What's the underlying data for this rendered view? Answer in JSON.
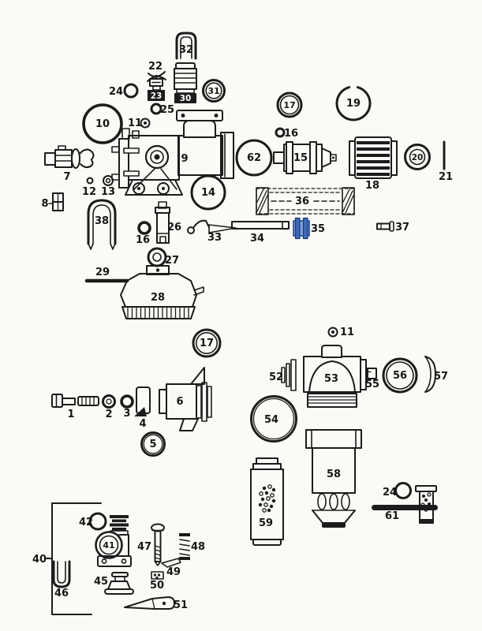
{
  "figure": {
    "type": "exploded-parts-diagram",
    "subject": "Carburetor and fuel system exploded parts diagram",
    "background_color": "#fbfaf6",
    "line_color": "#1c1c1c",
    "selected_part": {
      "number": "35",
      "highlight_color": "#4a72bc"
    }
  },
  "labels": {
    "p1": "1",
    "p2": "2",
    "p3": "3",
    "p4": "4",
    "p5": "5",
    "p6": "6",
    "p7": "7",
    "p8": "8",
    "p9": "9",
    "p10": "10",
    "p11": "11",
    "p12": "12",
    "p13": "13",
    "p14": "14",
    "p15": "15",
    "p16": "16",
    "p17": "17",
    "p18": "18",
    "p19": "19",
    "p20": "20",
    "p21": "21",
    "p22": "22",
    "p23": "23",
    "p24": "24",
    "p25": "25",
    "p26": "26",
    "p27": "27",
    "p28": "28",
    "p29": "29",
    "p30": "30",
    "p31": "31",
    "p32": "32",
    "p33": "33",
    "p34": "34",
    "p35": "35",
    "p36": "36",
    "p37": "37",
    "p38": "38",
    "p40": "40",
    "p41": "41",
    "p42": "42",
    "p45": "45",
    "p46": "46",
    "p47": "47",
    "p48": "48",
    "p49": "49",
    "p50": "50",
    "p51": "51",
    "p52": "52",
    "p53": "53",
    "p54": "54",
    "p55": "55",
    "p56": "56",
    "p57": "57",
    "p58": "58",
    "p59": "59",
    "p61": "61",
    "p62": "62"
  }
}
